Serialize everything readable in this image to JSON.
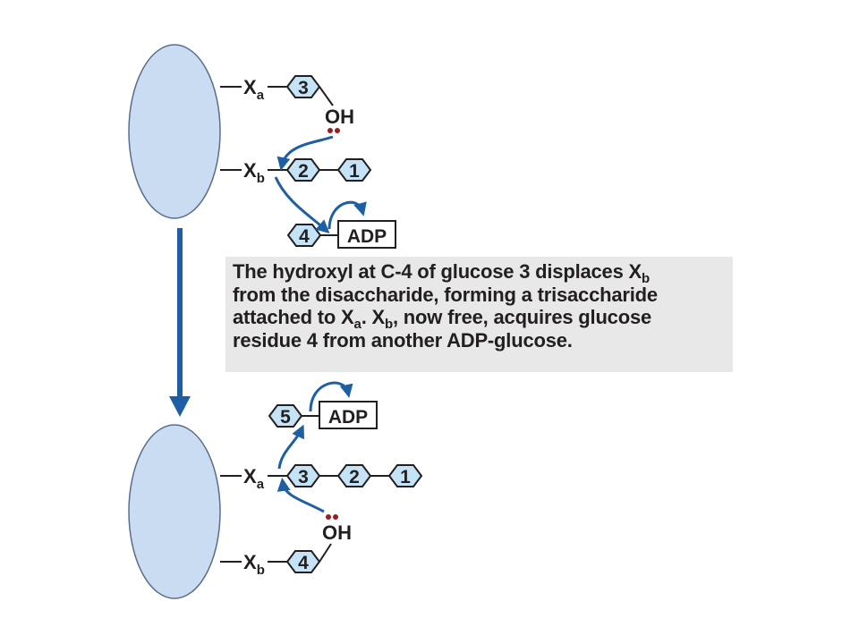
{
  "colors": {
    "cell_fill": "#c9dcf2",
    "cell_stroke": "#5a6e8c",
    "hexagon_fill": "#c5e3f6",
    "arrow": "#1e5fa3",
    "electron_dots": "#9b1c20",
    "text": "#231f20",
    "caption_bg": "#e8e8e8"
  },
  "top": {
    "xa": {
      "main": "X",
      "sub": "a"
    },
    "xb": {
      "main": "X",
      "sub": "b"
    },
    "oh": "OH",
    "chain_xa": [
      "3"
    ],
    "chain_xb": [
      "2",
      "1"
    ],
    "incoming": {
      "residue": "4",
      "donor": "ADP"
    }
  },
  "caption": {
    "l1_a": "The hydroxyl at C-4 of glucose 3 displaces X",
    "l1_sub": "b",
    "l2": "from the disaccharide, forming a trisaccharide",
    "l3_a": "attached to X",
    "l3_sub1": "a",
    "l3_b": ". X",
    "l3_sub2": "b",
    "l3_c": ", now free, acquires glucose",
    "l4": "residue 4 from another ADP-glucose."
  },
  "bottom": {
    "xa": {
      "main": "X",
      "sub": "a"
    },
    "xb": {
      "main": "X",
      "sub": "b"
    },
    "oh": "OH",
    "chain_xa": [
      "3",
      "2",
      "1"
    ],
    "chain_xb": [
      "4"
    ],
    "incoming": {
      "residue": "5",
      "donor": "ADP"
    }
  }
}
